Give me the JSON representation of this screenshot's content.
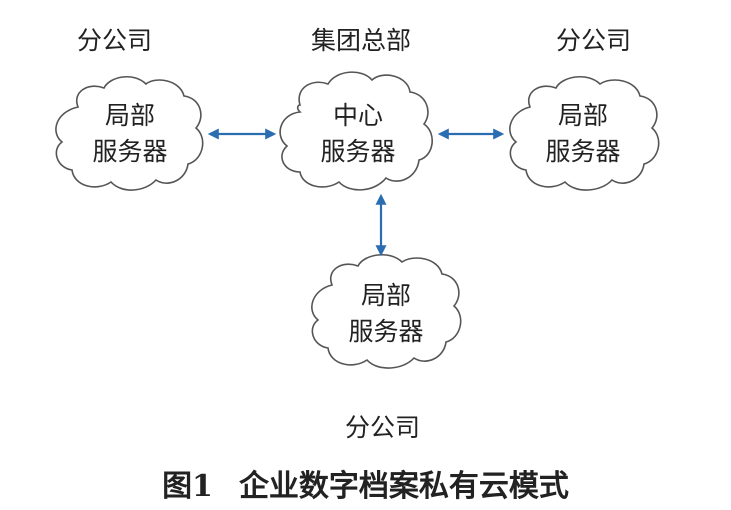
{
  "top_labels": {
    "left": "分公司",
    "center": "集团总部",
    "right": "分公司"
  },
  "bottom_label": "分公司",
  "nodes": {
    "center": {
      "line1": "中心",
      "line2": "服务器"
    },
    "left": {
      "line1": "局部",
      "line2": "服务器"
    },
    "right": {
      "line1": "局部",
      "line2": "服务器"
    },
    "bottom": {
      "line1": "局部",
      "line2": "服务器"
    }
  },
  "caption": {
    "number": "图1",
    "title": "企业数字档案私有云模式"
  },
  "colors": {
    "arrow": "#2a6db0",
    "cloud_stroke": "#555555",
    "text": "#222222"
  }
}
